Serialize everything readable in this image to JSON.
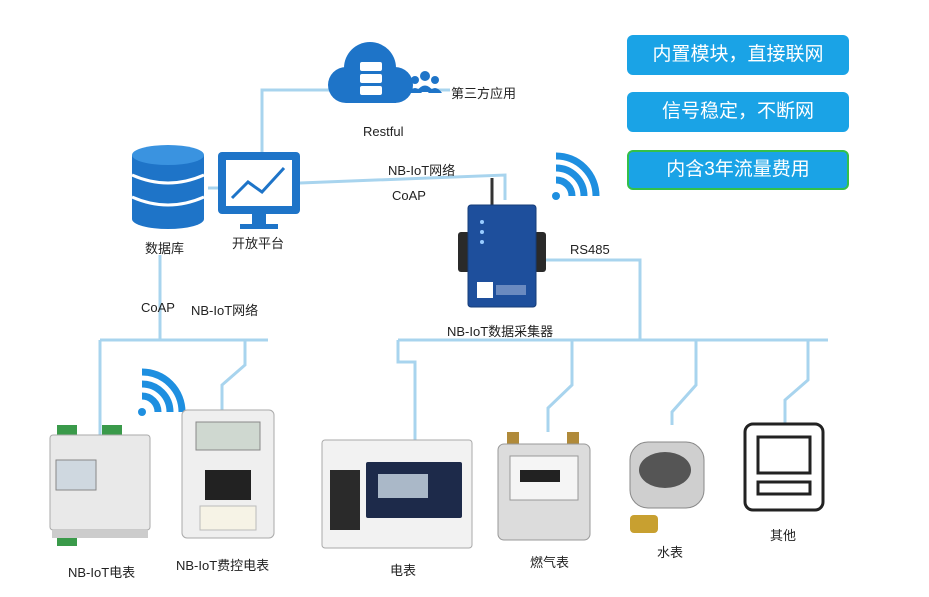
{
  "features": [
    {
      "text": "内置模块，直接联网"
    },
    {
      "text": "信号稳定，不断网"
    },
    {
      "text": "内含3年流量费用"
    }
  ],
  "cloud": {
    "label": "Restful",
    "third_party": "第三方应用"
  },
  "database": {
    "label": "数据库"
  },
  "platform": {
    "label": "开放平台"
  },
  "link_top": {
    "network": "NB-IoT网络",
    "protocol": "CoAP"
  },
  "link_left": {
    "protocol": "CoAP",
    "network": "NB-IoT网络"
  },
  "collector": {
    "label": "NB-IoT数据采集器",
    "bus": "RS485"
  },
  "devices": [
    {
      "label": "NB-IoT电表"
    },
    {
      "label": "NB-IoT费控电表"
    },
    {
      "label": "电表"
    },
    {
      "label": "燃气表"
    },
    {
      "label": "水表"
    },
    {
      "label": "其他"
    }
  ],
  "colors": {
    "line": "#a8d4ee",
    "accent": "#1aa3e6",
    "cloud": "#1e74c8",
    "wifi": "#1e8fe0"
  }
}
